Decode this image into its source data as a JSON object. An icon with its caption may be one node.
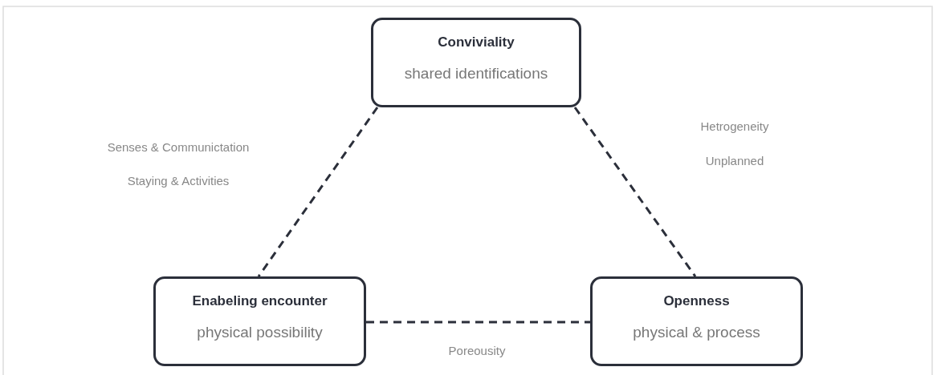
{
  "diagram": {
    "nodes": [
      {
        "text": [
          "Conviviality",
          "shared identifications"
        ]
      },
      {
        "text": [
          "Enabeling encounter",
          "physical possibility"
        ]
      },
      {
        "text": [
          "Openness",
          "physical & process"
        ]
      }
    ],
    "edges": [
      {
        "from": 0,
        "to": 1,
        "arrow": "none",
        "style": "dashed"
      },
      {
        "from": 0,
        "to": 2,
        "arrow": "none",
        "style": "dashed"
      },
      {
        "from": 1,
        "to": 2,
        "arrow": "none",
        "style": "dashed"
      }
    ],
    "labels": [
      "Senses & Communictation",
      "Staying & Activities",
      "Hetrogeneity",
      "Unplanned",
      "Poreousity"
    ]
  }
}
